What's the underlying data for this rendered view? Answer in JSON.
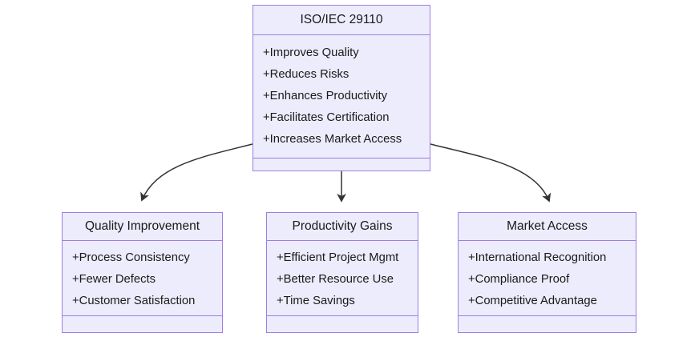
{
  "diagram": {
    "type": "uml-class-diagram",
    "background_color": "#ffffff",
    "node_fill": "#ececfc",
    "node_border": "#9f7de0",
    "text_color": "#1a1a1a",
    "edge_color": "#333333",
    "root": {
      "title": "ISO/IEC 29110",
      "attributes": [
        "+Improves Quality",
        "+Reduces Risks",
        "+Enhances Productivity",
        "+Facilitates Certification",
        "+Increases Market Access"
      ],
      "methods": []
    },
    "children": [
      {
        "title": "Quality Improvement",
        "attributes": [
          "+Process Consistency",
          "+Fewer Defects",
          "+Customer Satisfaction"
        ],
        "methods": []
      },
      {
        "title": "Productivity Gains",
        "attributes": [
          "+Efficient Project Mgmt",
          "+Better Resource Use",
          "+Time Savings"
        ],
        "methods": []
      },
      {
        "title": "Market Access",
        "attributes": [
          "+International Recognition",
          "+Compliance Proof",
          "+Competitive Advantage"
        ],
        "methods": []
      }
    ],
    "edges": [
      {
        "from": "ISO/IEC 29110",
        "to": "Quality Improvement",
        "style": "curved-arrow"
      },
      {
        "from": "ISO/IEC 29110",
        "to": "Productivity Gains",
        "style": "straight-arrow"
      },
      {
        "from": "ISO/IEC 29110",
        "to": "Market Access",
        "style": "curved-arrow"
      }
    ]
  }
}
